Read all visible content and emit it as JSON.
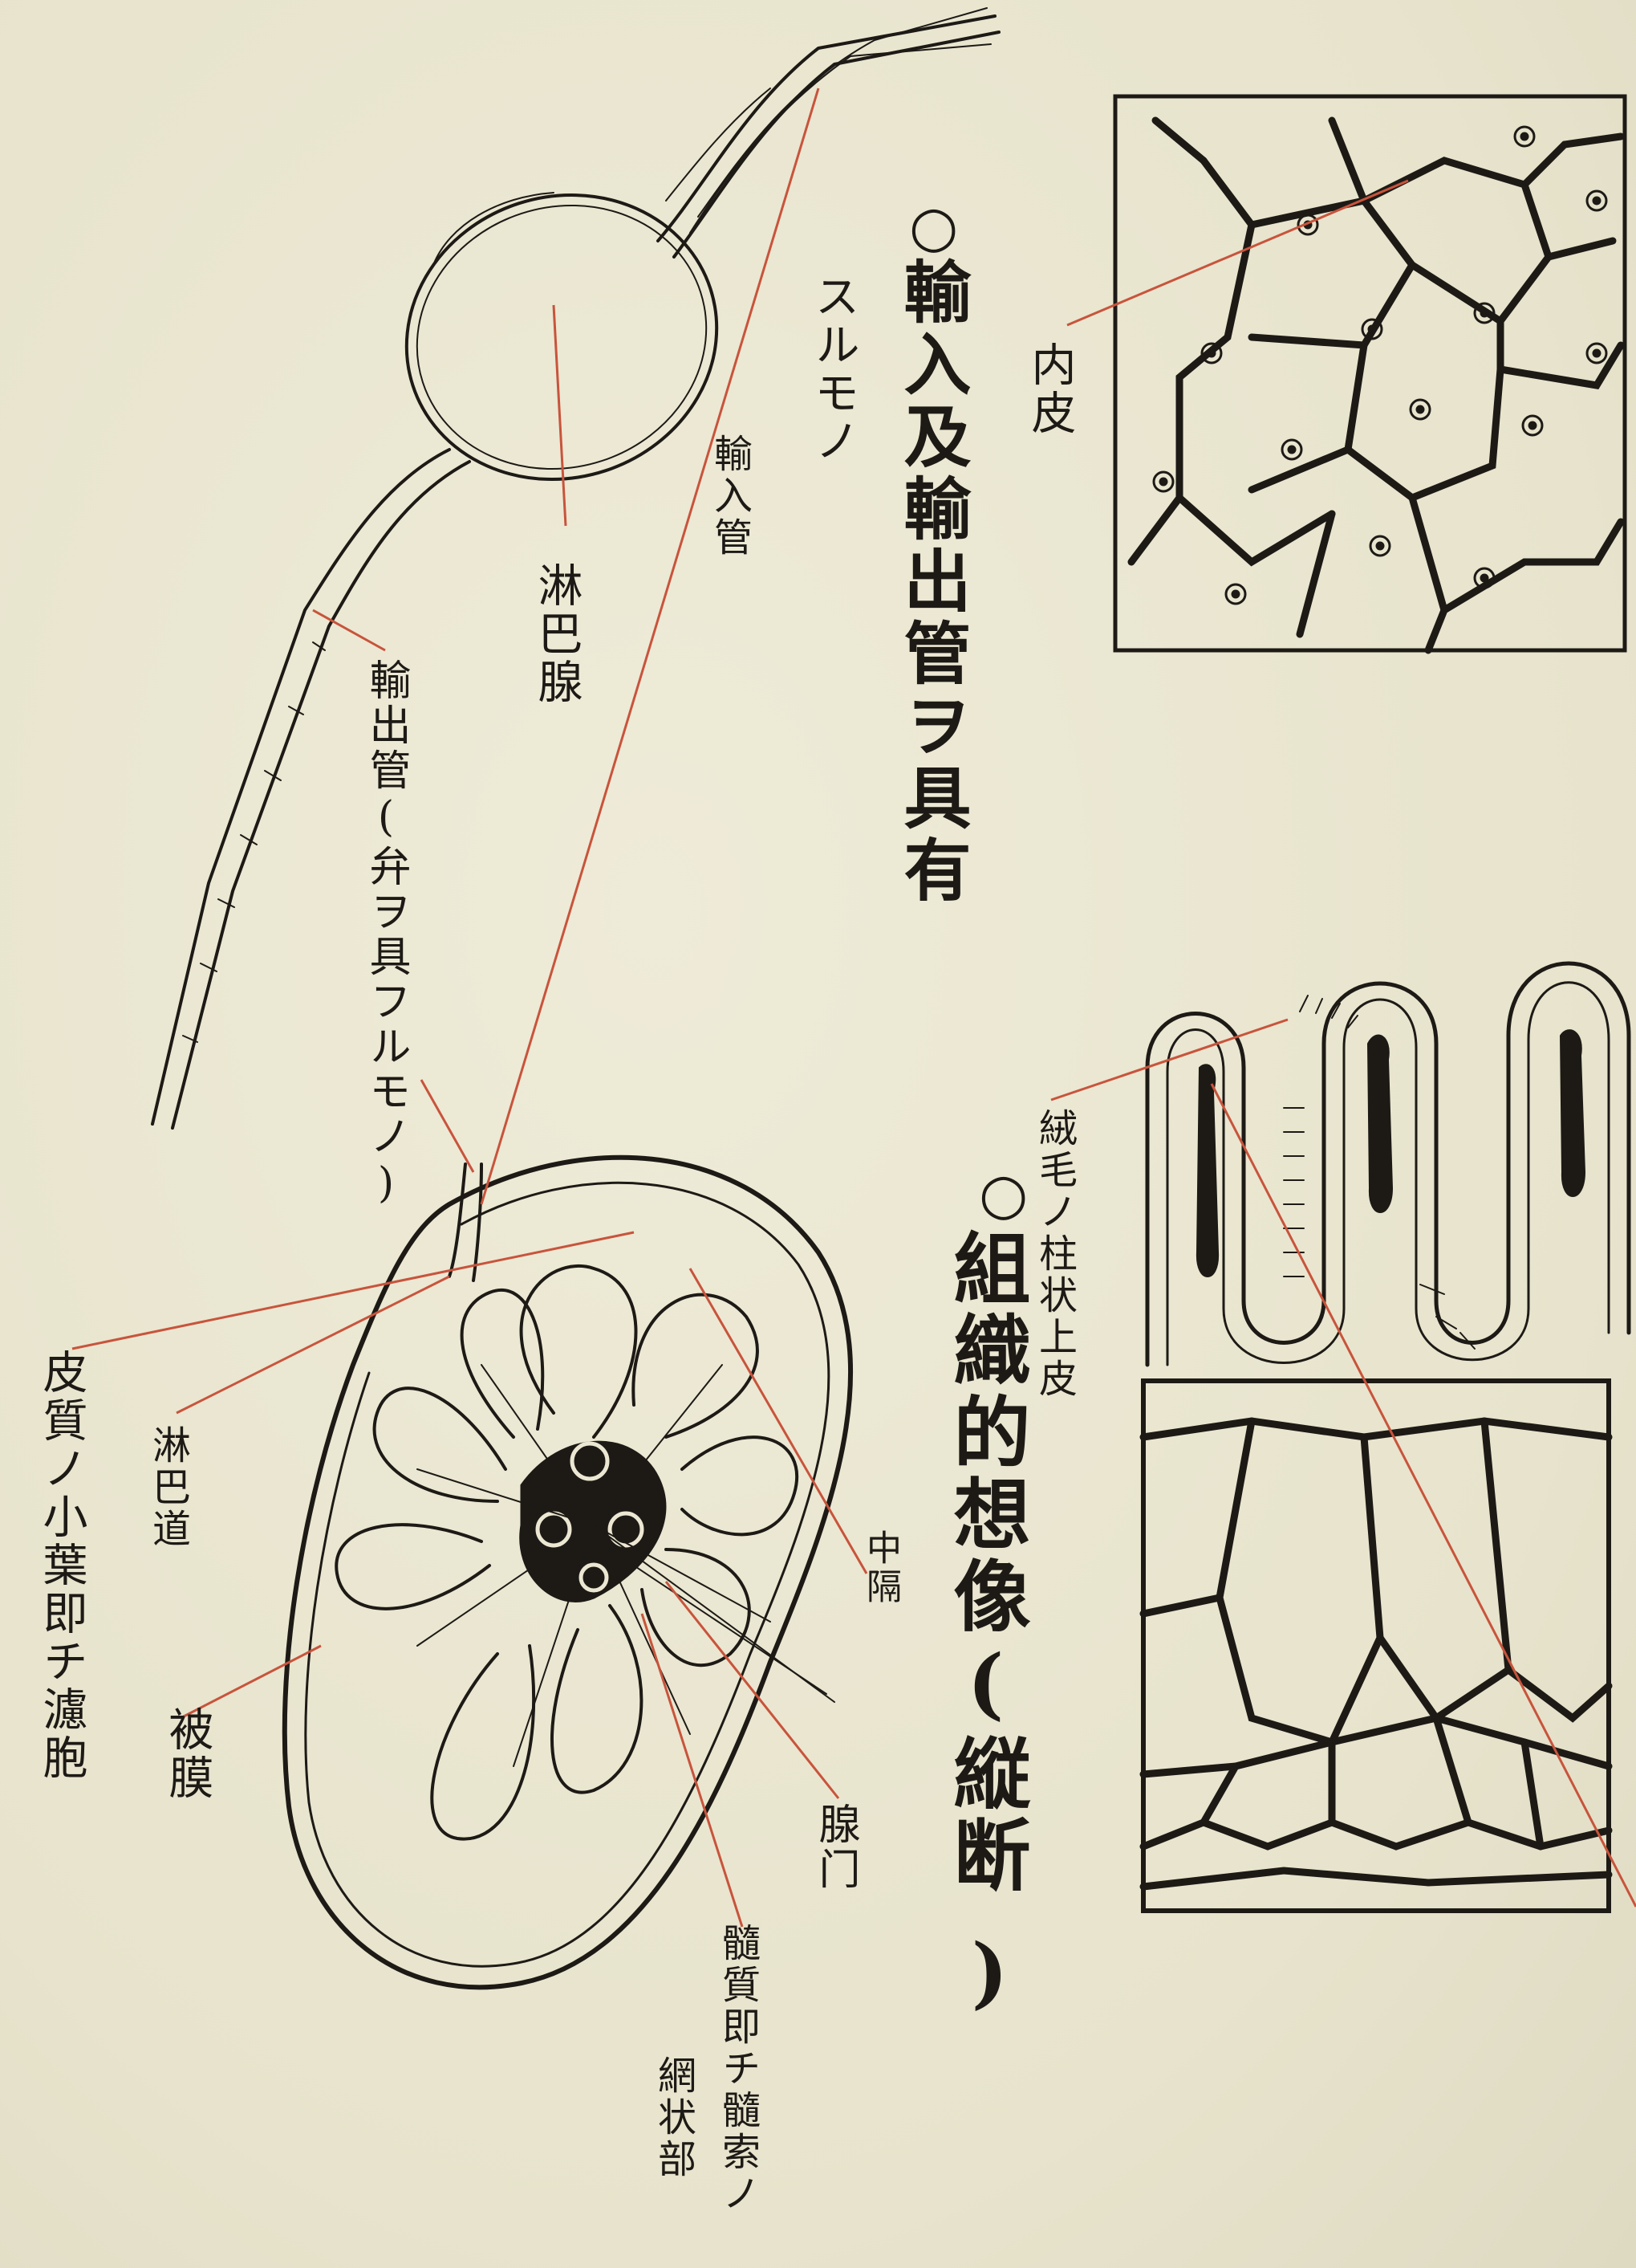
{
  "headings": {
    "lymph_gland_title_mark": "○",
    "lymph_gland_title": "輸入及輸出管ヲ具有",
    "lymph_gland_subtitle": "スルモノ",
    "model_title_mark": "○",
    "model_title": "組織的想像(縦断",
    "model_title_close": ")"
  },
  "labels": {
    "inner_skin": "内皮",
    "afferent_vessel": "輸入管",
    "lymph_gland": "淋巴腺",
    "efferent_vessel": "輸出管(弁ヲ具フルモノ)",
    "villus_epithelium": "絨毛ノ柱状上皮",
    "cortex_lobule": "皮質ノ小葉即チ濾胞",
    "lymph_path": "淋巴道",
    "capsule": "被膜",
    "septum": "中隔",
    "hilum": "腺门",
    "medulla": "髓質即チ髓索ノ",
    "reticular_part": "網状部"
  },
  "colors": {
    "paper": "#ebe7d2",
    "ink": "#1d1a16",
    "leader_line": "#c8543c"
  }
}
